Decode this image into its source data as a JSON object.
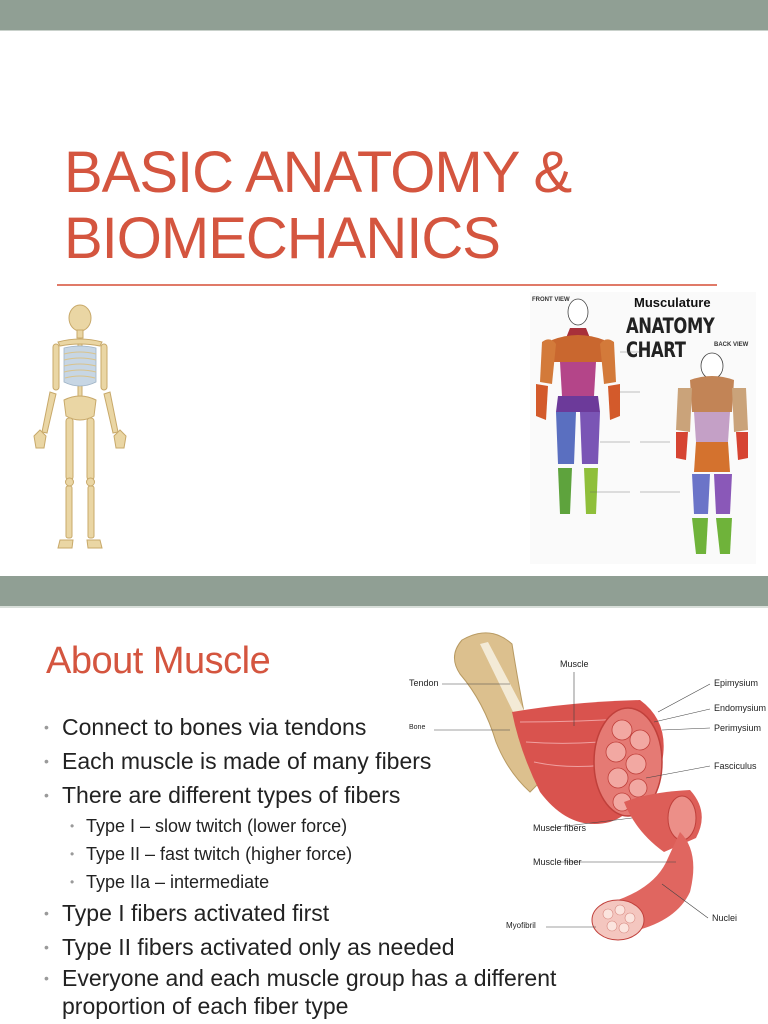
{
  "slides": [
    {
      "title_lines": [
        "BASIC ANATOMY &",
        "BIOMECHANICS"
      ],
      "images": {
        "skeleton": "human skeleton illustration",
        "anatomy_chart": {
          "subtitle": "Musculature",
          "title": "ANATOMY CHART",
          "front_label": "FRONT VIEW",
          "back_label": "BACK VIEW"
        }
      }
    },
    {
      "title": "About Muscle",
      "bullets": [
        {
          "level": 1,
          "text": "Connect to bones via tendons"
        },
        {
          "level": 1,
          "text": "Each muscle is made of many fibers"
        },
        {
          "level": 1,
          "text": "There are different types of fibers"
        },
        {
          "level": 2,
          "text": "Type I – slow twitch (lower force)"
        },
        {
          "level": 2,
          "text": "Type II – fast twitch (higher force)"
        },
        {
          "level": 2,
          "text": "Type IIa – intermediate"
        },
        {
          "level": 1,
          "text": "Type I fibers activated first"
        },
        {
          "level": 1,
          "text": "Type II fibers activated only as needed"
        },
        {
          "level": 1,
          "text": "Everyone and each muscle group has a different proportion of each fiber type"
        }
      ],
      "diagram_labels": {
        "tendon": "Tendon",
        "bone": "Bone",
        "muscle": "Muscle",
        "epimysium": "Epimysium",
        "endomysium": "Endomysium",
        "perimysium": "Perimysium",
        "fasciculus": "Fasciculus",
        "muscle_fibers": "Muscle fibers",
        "muscle_fiber": "Muscle fiber",
        "myofibril": "Myofibril",
        "nuclei": "Nuclei"
      }
    }
  ],
  "bullet_glyph": "•",
  "colors": {
    "accent": "#d4553f",
    "band": "#909f94",
    "text": "#222222"
  }
}
